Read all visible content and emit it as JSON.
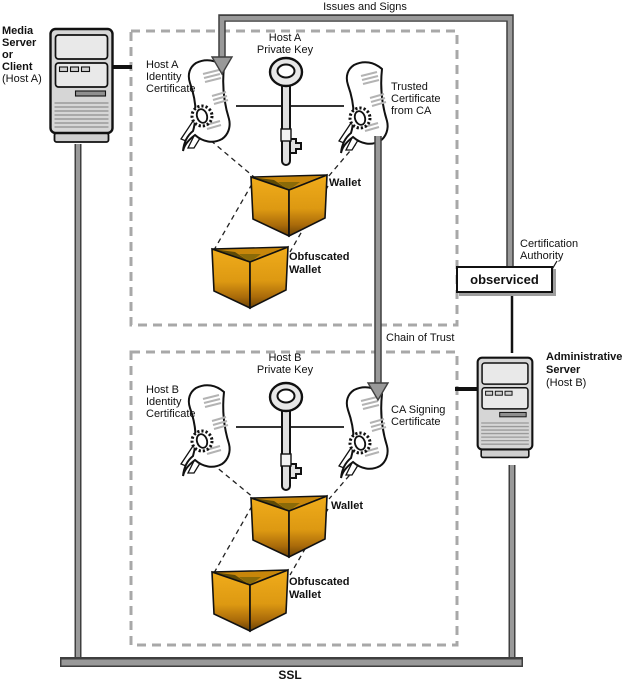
{
  "labels": {
    "issues_and_signs": "Issues and Signs",
    "chain_of_trust": "Chain of Trust",
    "ssl": "SSL"
  },
  "media_server": {
    "lines": [
      "Media",
      "Server",
      "or",
      "Client"
    ],
    "sub": "(Host A)"
  },
  "admin_server": {
    "lines": [
      "Administrative",
      "Server"
    ],
    "sub": "(Host B)"
  },
  "certification_authority": {
    "lines": [
      "Certification",
      "Authority"
    ]
  },
  "ca_box": {
    "label": "observiced"
  },
  "section_a": {
    "private_key": [
      "Host A",
      "Private Key"
    ],
    "identity_cert": [
      "Host A",
      "Identity",
      "Certificate"
    ],
    "trusted_cert": [
      "Trusted",
      "Certificate",
      "from CA"
    ],
    "wallet": "Wallet",
    "obfuscated_wallet": [
      "Obfuscated",
      "Wallet"
    ]
  },
  "section_b": {
    "private_key": [
      "Host B",
      "Private Key"
    ],
    "identity_cert": [
      "Host B",
      "Identity",
      "Certificate"
    ],
    "signing_cert": [
      "CA Signing",
      "Certificate"
    ],
    "wallet": "Wallet",
    "obfuscated_wallet": [
      "Obfuscated",
      "Wallet"
    ]
  },
  "icons": {
    "server": "server-tower-icon",
    "certificate": "certificate-icon",
    "key": "private-key-icon",
    "wallet": "wallet-icon"
  },
  "colors": {
    "wallet_gold": "#E9A51C",
    "wallet_shadow": "#6B4205",
    "line_gray": "#999999",
    "line_edge": "#3F3F3F",
    "dash_gray": "#A8A8A8",
    "server_fill": "#D6D6D6",
    "hatch_gray": "#B3B3B3"
  }
}
